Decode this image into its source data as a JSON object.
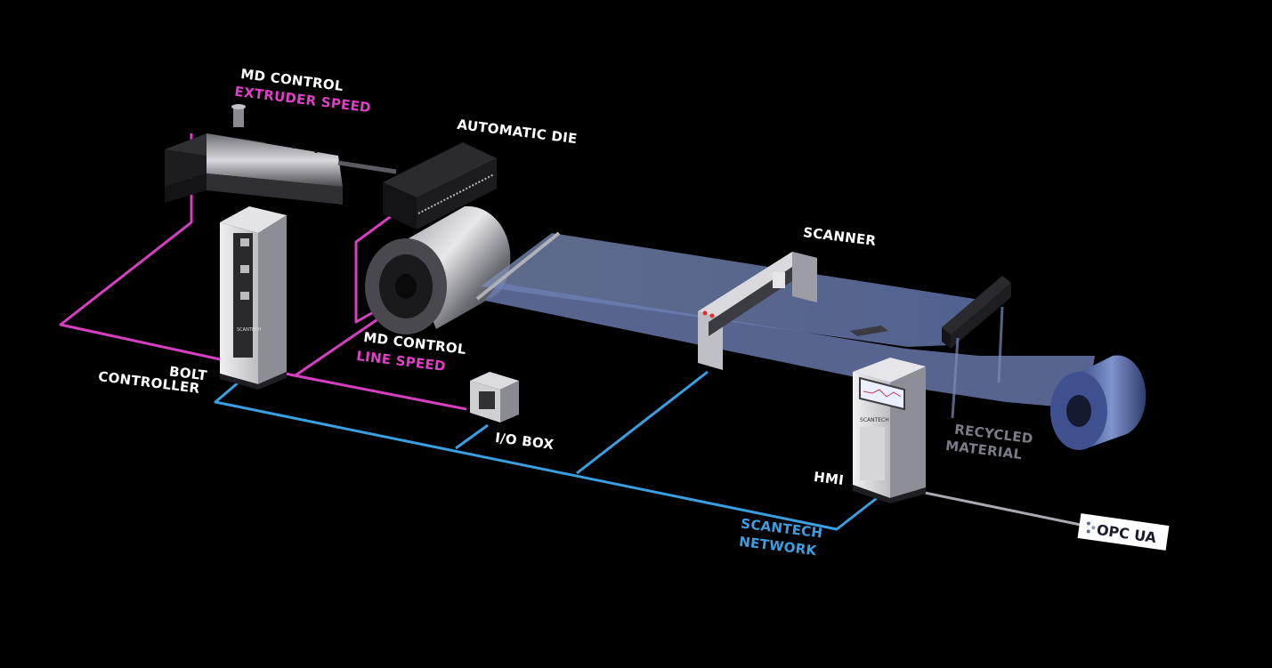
{
  "labels": {
    "md_control_1": "MD CONTROL",
    "extruder_speed": "EXTRUDER SPEED",
    "automatic_die": "AUTOMATIC DIE",
    "scanner": "SCANNER",
    "md_control_2": "MD CONTROL",
    "line_speed": "LINE SPEED",
    "bolt": "BOLT",
    "controller": "CONTROLLER",
    "io_box": "I/O BOX",
    "recycled": "RECYCLED",
    "material": "MATERIAL",
    "hmi": "HMI",
    "scantech": "SCANTECH",
    "network": "NETWORK",
    "opc_ua": "OPC UA",
    "cabinet_brand": "SCANTECH",
    "hmi_brand": "SCANTECH"
  },
  "colors": {
    "background": "#000000",
    "control_line": "#d63fc0",
    "network_line": "#3a9fe0",
    "label_white": "#ffffff",
    "label_pink": "#e03fc7",
    "label_blue": "#3aa0e6",
    "label_grey": "#7c7c88"
  },
  "icons": [
    "extruder",
    "automatic-die",
    "chill-roll",
    "film-web",
    "scanner-frame",
    "bolt-controller-cabinet",
    "io-box",
    "hmi-station",
    "recycling-knife",
    "winder-roll",
    "opc-ua-logo"
  ]
}
